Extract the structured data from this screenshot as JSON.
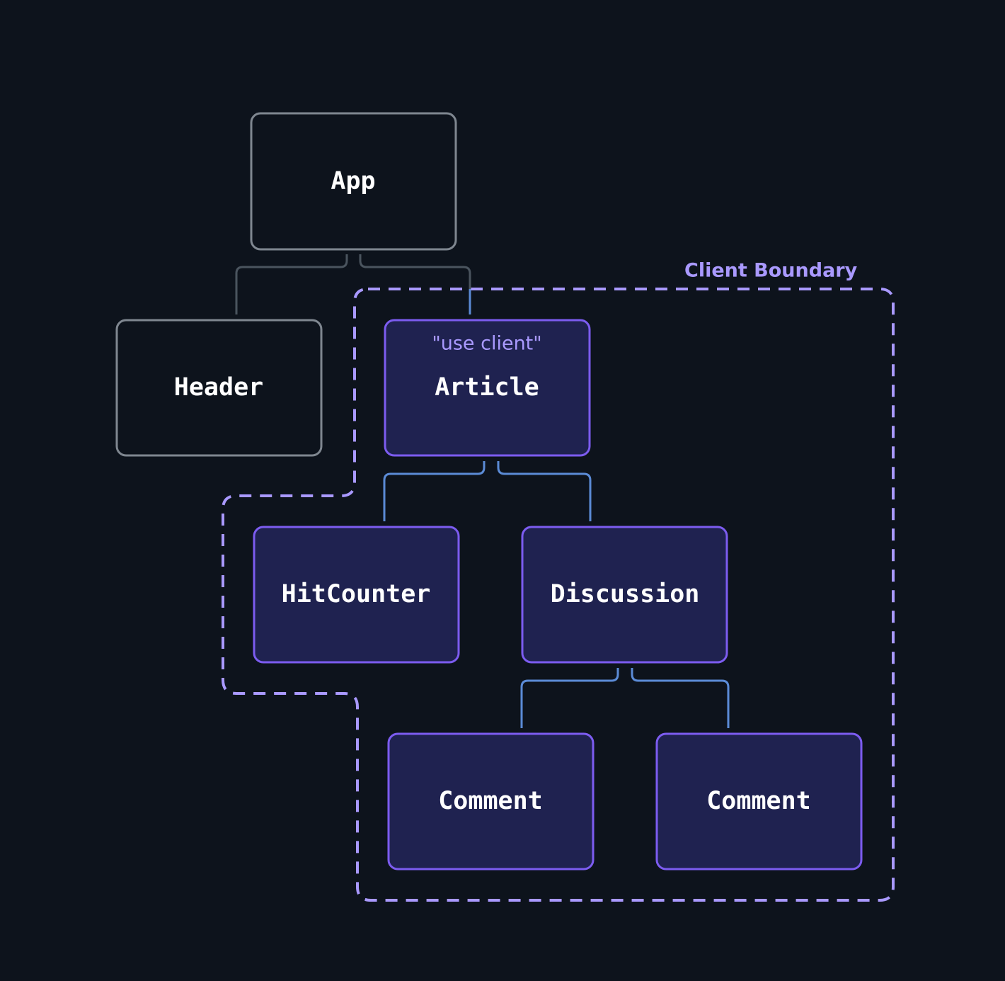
{
  "colors": {
    "background": "#0d131c",
    "server_node_border": "#7f8790",
    "server_node_fill": "#0d131c",
    "client_node_border": "#7c5cf0",
    "client_node_fill": "#1f2250",
    "label_text": "#ffffff",
    "server_edge": "#4a545e",
    "client_edge": "#5b8bd6",
    "boundary": "#a999ff",
    "directive_text": "#a999ff"
  },
  "boundary": {
    "label": "Client Boundary"
  },
  "nodes": {
    "app": {
      "label": "App"
    },
    "header": {
      "label": "Header"
    },
    "article": {
      "label": "Article",
      "directive": "\"use client\""
    },
    "hitcounter": {
      "label": "HitCounter"
    },
    "discussion": {
      "label": "Discussion"
    },
    "comment_1": {
      "label": "Comment"
    },
    "comment_2": {
      "label": "Comment"
    }
  },
  "edges": [
    {
      "from": "app",
      "to": "header"
    },
    {
      "from": "app",
      "to": "article"
    },
    {
      "from": "article",
      "to": "hitcounter"
    },
    {
      "from": "article",
      "to": "discussion"
    },
    {
      "from": "discussion",
      "to": "comment_1"
    },
    {
      "from": "discussion",
      "to": "comment_2"
    }
  ]
}
